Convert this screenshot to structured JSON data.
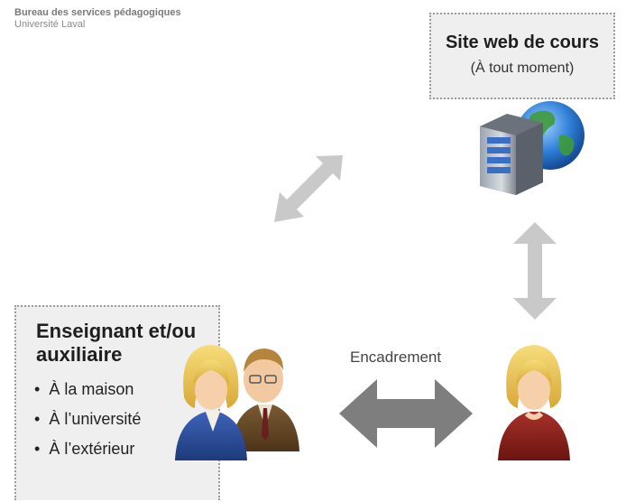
{
  "organization": {
    "name": "Bureau des services pédagogiques",
    "university": "Université Laval"
  },
  "website_box": {
    "title": "Site web de cours",
    "subtitle": "(À tout moment)"
  },
  "teacher_box": {
    "title": "Enseignant et/ou auxiliaire",
    "locations": [
      "À la maison",
      "À l’université",
      "À l’extérieur"
    ]
  },
  "arrow_label": "Encadrement",
  "colors": {
    "arrow_light": "#c9c9c9",
    "arrow_dark": "#7e7e7e",
    "box_fill": "#efefef",
    "box_border": "#9c9c9c"
  },
  "icons": {
    "server": "server-globe-icon",
    "teachers": "teacher-pair-icon",
    "student": "student-icon"
  }
}
